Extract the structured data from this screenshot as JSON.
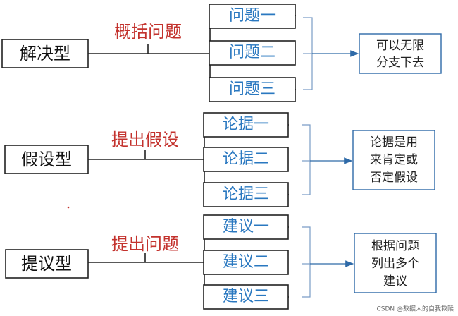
{
  "groups": [
    {
      "type_label": "解决型",
      "center_label": "概括问题",
      "items": [
        "问题一",
        "问题二",
        "问题三"
      ],
      "note_lines": [
        "可以无限",
        "分支下去"
      ]
    },
    {
      "type_label": "假设型",
      "center_label": "提出假设",
      "items": [
        "论据一",
        "论据二",
        "论据三"
      ],
      "note_lines": [
        "论据是用",
        "来肯定或",
        "否定假设"
      ]
    },
    {
      "type_label": "提议型",
      "center_label": "提出问题",
      "items": [
        "建议一",
        "建议二",
        "建议三"
      ],
      "note_lines": [
        "根据问题",
        "列出多个",
        "建议"
      ]
    }
  ],
  "watermark": "CSDN @数据人的自我救赎",
  "colors": {
    "center_text": "#c3322d",
    "item_text": "#2a78c0",
    "bracket": "#7a9cc6",
    "arrow": "#2e6aa8"
  }
}
